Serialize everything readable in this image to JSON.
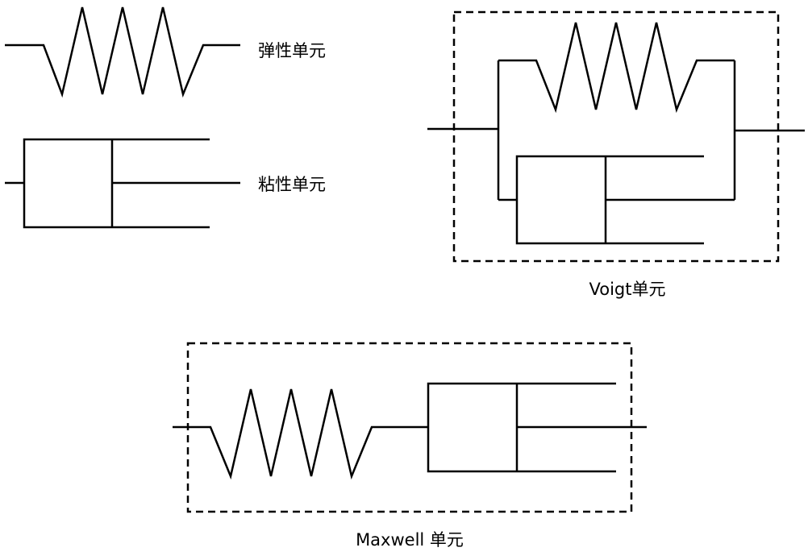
{
  "labels": {
    "elastic": "弹性单元",
    "viscous": "粘性单元",
    "voigt": "Voigt单元",
    "maxwell": "Maxwell 单元"
  },
  "colors": {
    "line": "#000000",
    "background": "#ffffff"
  }
}
